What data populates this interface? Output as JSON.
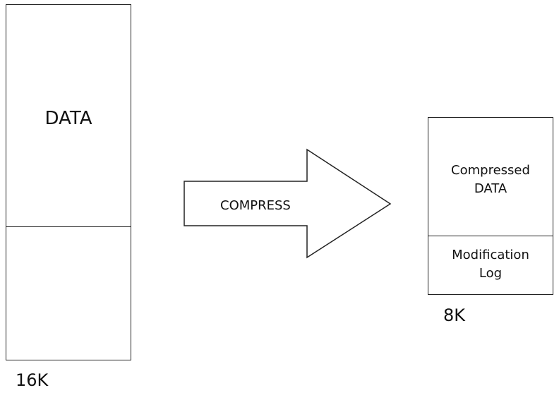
{
  "big_page": {
    "label": "DATA",
    "size": "16K"
  },
  "arrow": {
    "label": "COMPRESS"
  },
  "small_page": {
    "top_label_line1": "Compressed",
    "top_label_line2": "DATA",
    "bottom_label_line1": "Modification",
    "bottom_label_line2": "Log",
    "size": "8K"
  }
}
